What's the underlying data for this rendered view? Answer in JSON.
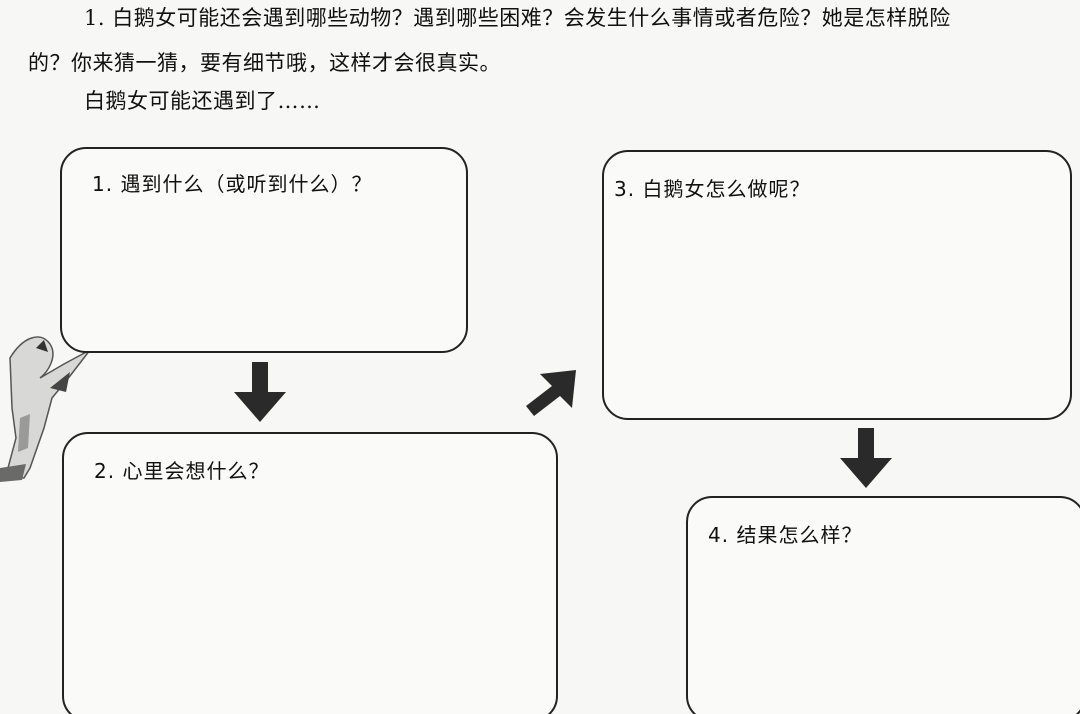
{
  "question": {
    "line1": "1. 白鹅女可能还会遇到哪些动物？遇到哪些困难？会发生什么事情或者危险？她是怎样脱险",
    "line2": "的？你来猜一猜，要有细节哦，这样才会很真实。",
    "line3": "白鹅女可能还遇到了……"
  },
  "boxes": {
    "box1": {
      "label": "1. 遇到什么（或听到什么）？"
    },
    "box2": {
      "label": "2. 心里会想什么？"
    },
    "box3": {
      "label": "3. 白鹅女怎么做呢？"
    },
    "box4": {
      "label": "4. 结果怎么样？"
    }
  },
  "icons": {
    "arrow_down_1": "arrow-down-icon",
    "arrow_diag": "arrow-up-right-icon",
    "arrow_down_2": "arrow-down-icon",
    "figure": "goose-girl-figure"
  },
  "colors": {
    "ink": "#222222",
    "paper": "#f7f7f5"
  }
}
